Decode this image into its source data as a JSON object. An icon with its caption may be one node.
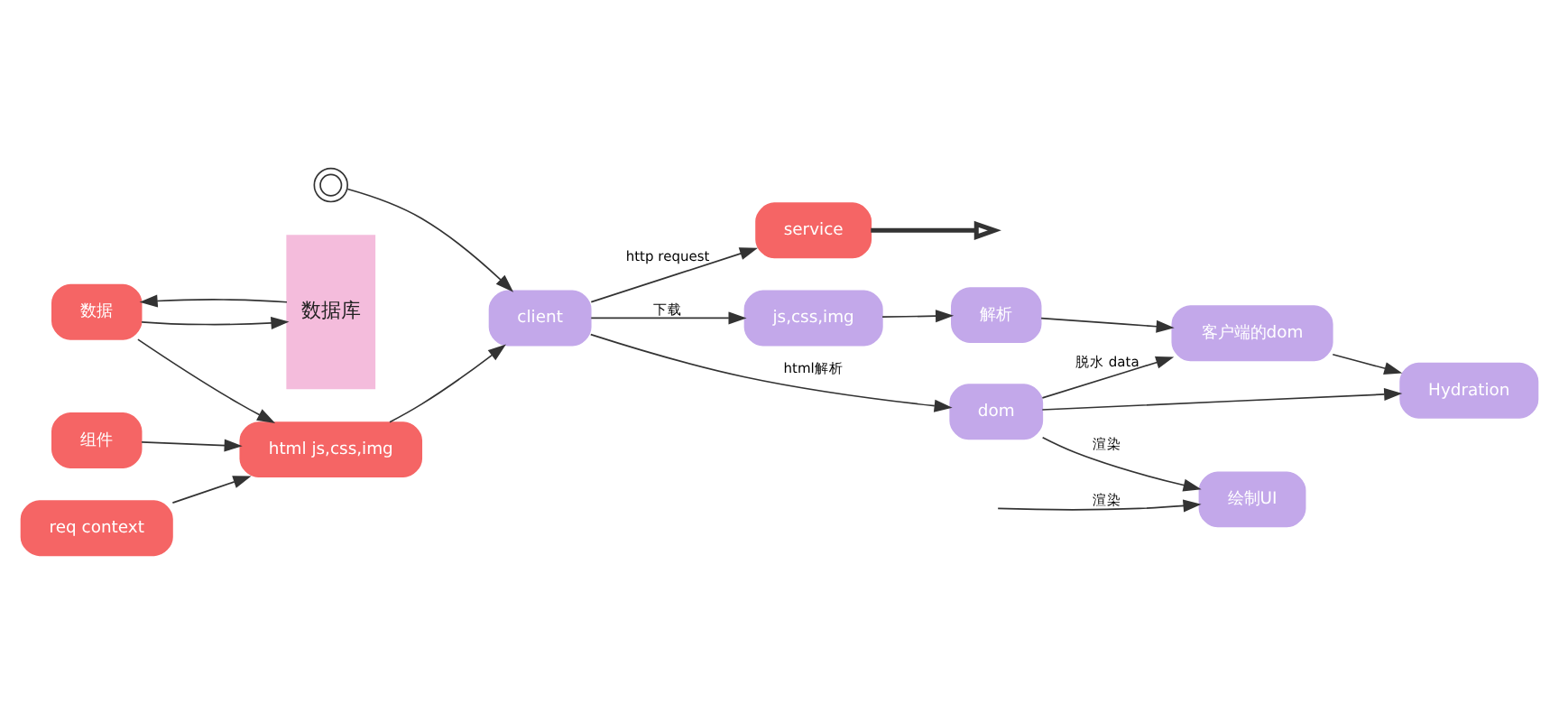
{
  "diagram": {
    "nodes": [
      {
        "text": [],
        "shape": "person"
      },
      {
        "text": [
          "client"
        ]
      },
      {
        "text": [
          "service"
        ]
      },
      {
        "text": [
          "html js,css,img"
        ]
      },
      {
        "text": [
          "数据"
        ]
      },
      {
        "text": [
          "组件"
        ]
      },
      {
        "text": [
          "req context"
        ]
      },
      {
        "text": [
          "数据库"
        ]
      },
      {
        "text": [
          "js,css,img"
        ]
      },
      {
        "text": [
          "解析"
        ]
      },
      {
        "text": [
          "dom"
        ]
      },
      {
        "text": [
          "客户端的dom"
        ]
      },
      {
        "text": [
          "绘制UI"
        ]
      },
      {
        "text": [
          "Hydration"
        ]
      }
    ],
    "edges": [
      {
        "from": 0,
        "to": 1,
        "arrow": "to"
      },
      {
        "from": 1,
        "to": 2,
        "arrow": "to",
        "label": "http request"
      },
      {
        "from": 2,
        "to": null,
        "arrow": "to",
        "style": "thick"
      },
      {
        "from": 4,
        "to": 3,
        "arrow": "to"
      },
      {
        "from": 5,
        "to": 3,
        "arrow": "to"
      },
      {
        "from": 6,
        "to": 3,
        "arrow": "to"
      },
      {
        "from": 3,
        "to": 1,
        "arrow": "to"
      },
      {
        "from": 4,
        "to": 7,
        "arrow": "to"
      },
      {
        "from": 7,
        "to": 4,
        "arrow": "to"
      },
      {
        "from": 1,
        "to": 8,
        "arrow": "to",
        "label": "下载"
      },
      {
        "from": 1,
        "to": 10,
        "arrow": "to",
        "label": "html解析"
      },
      {
        "from": 8,
        "to": 9,
        "arrow": "to"
      },
      {
        "from": 9,
        "to": 11,
        "arrow": "to"
      },
      {
        "from": 10,
        "to": 11,
        "arrow": "to",
        "label": "脱水 data"
      },
      {
        "from": 10,
        "to": 12,
        "arrow": "to",
        "label": "渲染"
      },
      {
        "from": 10,
        "to": 13,
        "arrow": "to"
      },
      {
        "from": 11,
        "to": 13,
        "arrow": "to"
      },
      {
        "from": null,
        "to": 12,
        "arrow": "to",
        "label": "渲染"
      }
    ]
  }
}
